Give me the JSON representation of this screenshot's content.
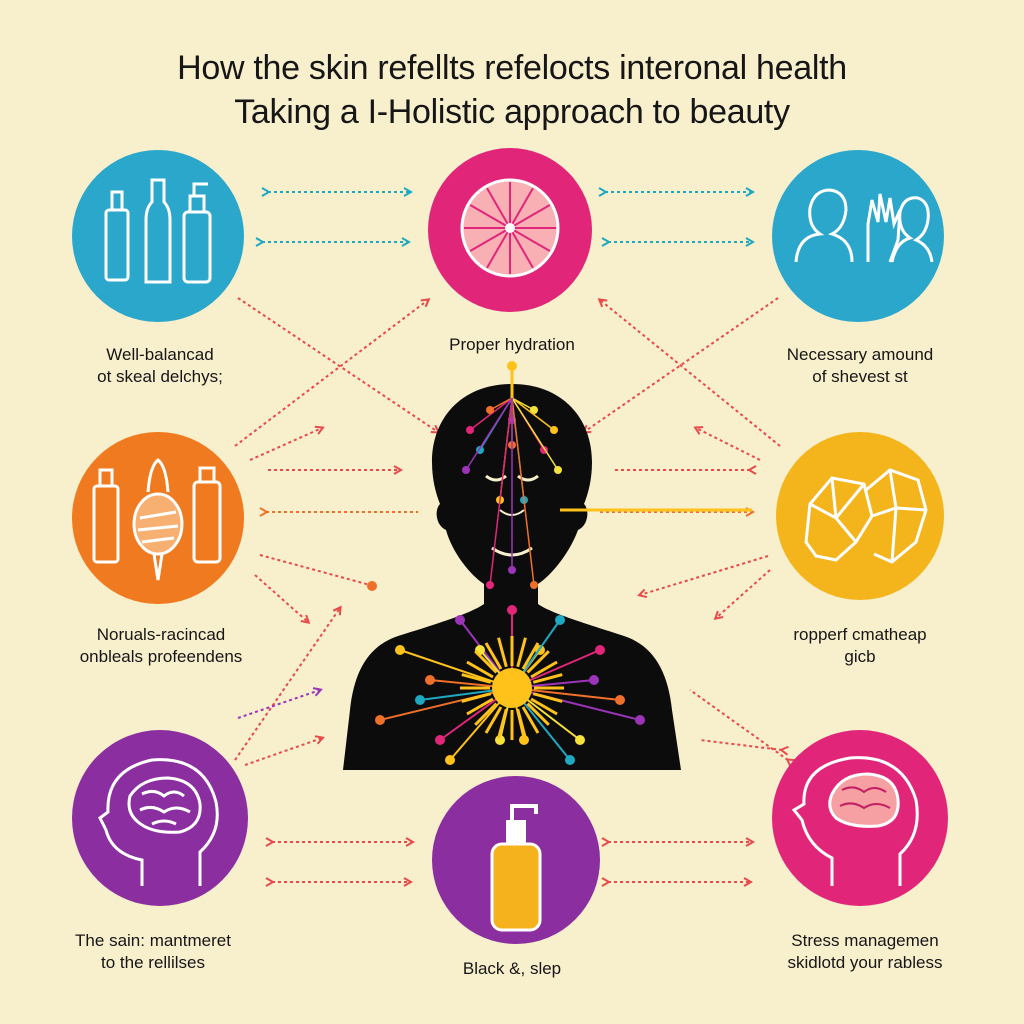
{
  "title": {
    "line1": "How the skin refellts refelocts  interonal health",
    "line2": "Taking a I-Holistic approach to beauty"
  },
  "nodes": {
    "bottles": {
      "color": "#2aa7cb",
      "icon": "bottles-icon"
    },
    "grapefruit": {
      "color": "#e1267a",
      "icon": "grapefruit-icon"
    },
    "people": {
      "color": "#2aa7cb",
      "icon": "people-icon"
    },
    "oil": {
      "color": "#f07a1f",
      "icon": "oil-bottles-icon"
    },
    "faces": {
      "color": "#f4b51c",
      "icon": "faces-icon"
    },
    "brain_left": {
      "color": "#8b2fa0",
      "icon": "head-brain-icon"
    },
    "serum": {
      "color": "#8b2fa0",
      "icon": "serum-bottle-icon"
    },
    "brain_right": {
      "color": "#e1267a",
      "icon": "head-brain-icon"
    }
  },
  "labels": {
    "top_left": [
      "Well-balancad",
      "ot skeal delchys;"
    ],
    "top_center": [
      "Proper hydration"
    ],
    "top_right": [
      "Necessary amound",
      "of shevest st"
    ],
    "mid_left": [
      "Noruals-racincad",
      "onbleals profeendens"
    ],
    "mid_right": [
      "ropperf cmatheap",
      "gicb"
    ],
    "bottom_left": [
      "The sain: mantmeret",
      "to the rellilses"
    ],
    "bottom_center": [
      "Black &, slep"
    ],
    "bottom_right": [
      "Stress managemen",
      "skidlotd your rabless"
    ]
  },
  "colors": {
    "background": "#f8efcd",
    "figure": "#0c0c0c",
    "arrow_red": "#e84a4a",
    "arrow_teal": "#1ea8c2",
    "arrow_orange": "#f0702a",
    "arrow_purple": "#9b34b8",
    "sun": "#ffc21a"
  }
}
